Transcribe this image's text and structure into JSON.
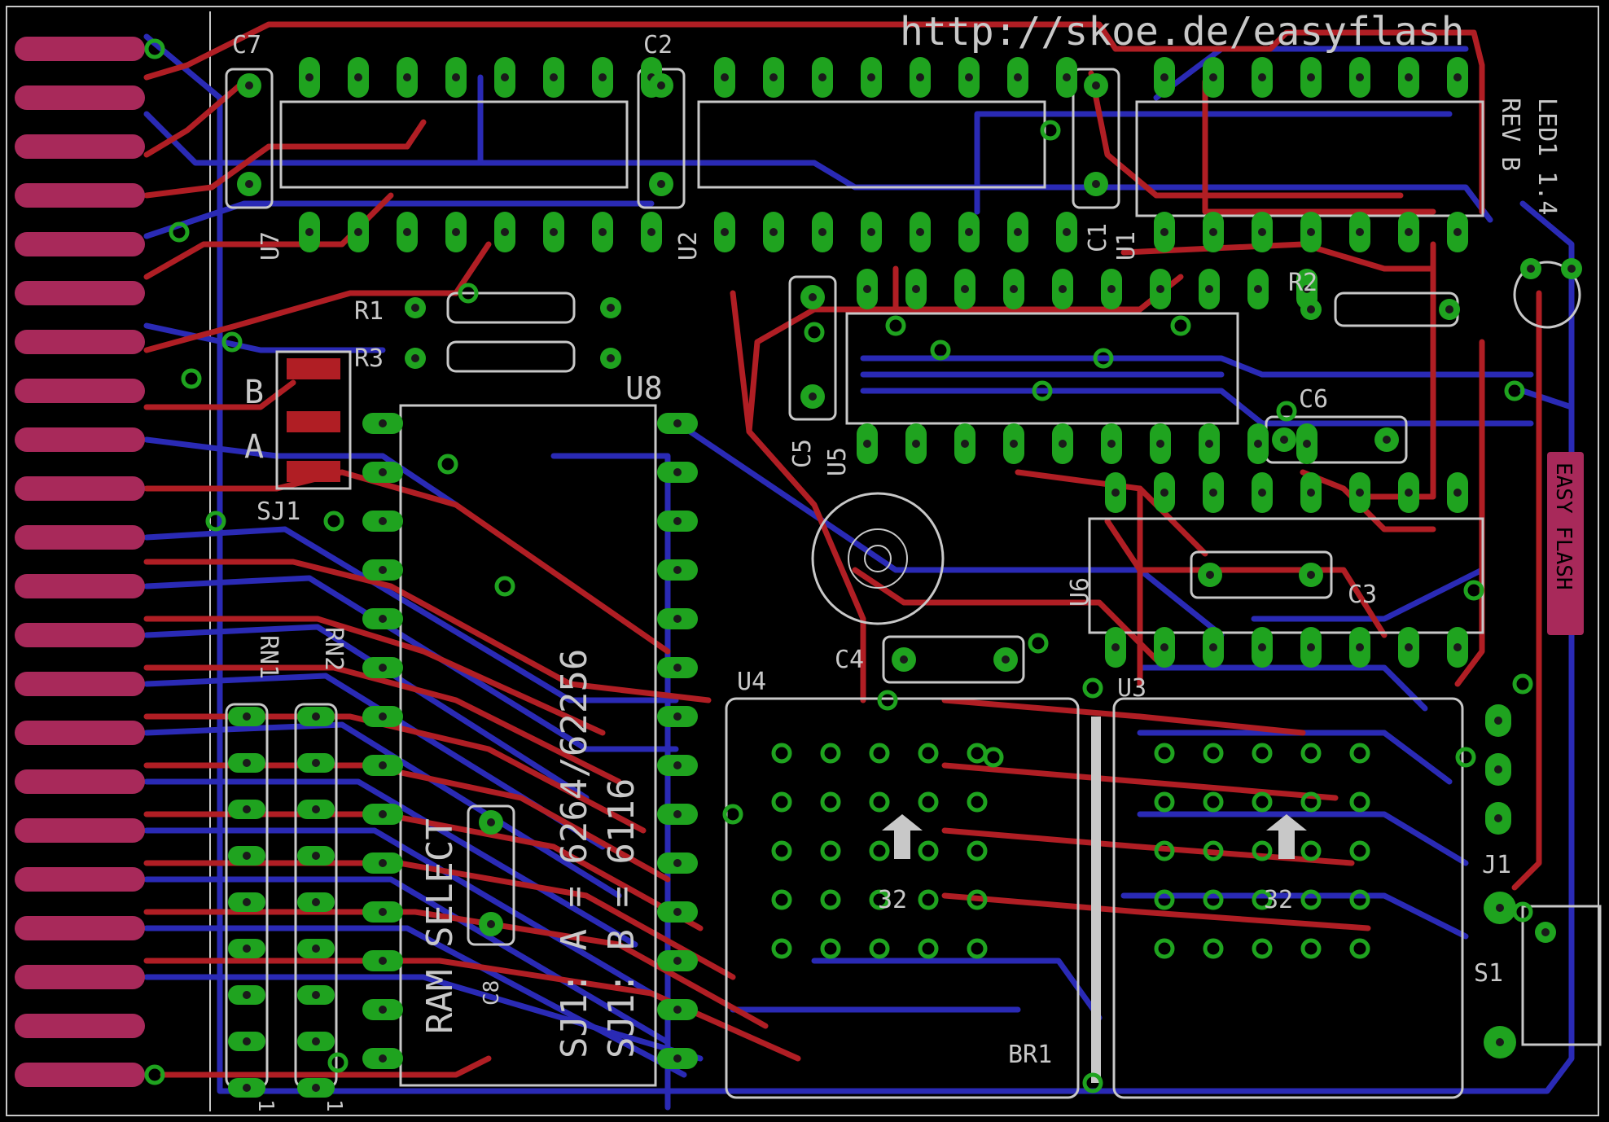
{
  "board": {
    "url_text": "http://skoe.de/easyflash",
    "rev_text": "REV B",
    "led_text": "LED1 1.4",
    "logo_text": "EASY FLASH"
  },
  "components": {
    "c7": "C7",
    "c2": "C2",
    "c1": "C1",
    "c3": "C3",
    "c4": "C4",
    "c5": "C5",
    "c6": "C6",
    "c8": "C8",
    "u1": "U1",
    "u2": "U2",
    "u3": "U3",
    "u4": "U4",
    "u5": "U5",
    "u6": "U6",
    "u7": "U7",
    "u8": "U8",
    "r1": "R1",
    "r2": "R2",
    "r3": "R3",
    "rn1": "RN1",
    "rn2": "RN2",
    "sj1": "SJ1",
    "j1": "J1",
    "s1": "S1",
    "br1": "BR1",
    "jumper_a": "A",
    "jumper_b": "B",
    "pin32_left": "32",
    "pin32_right": "32",
    "rn1_pin": "1",
    "rn2_pin": "1"
  },
  "notes": {
    "ram_select": "RAM SELECT",
    "sj1_a": "SJ1: A = 6264/62256",
    "sj1_b": "SJ1: B = 6116"
  },
  "colors": {
    "top_copper": "#b01e24",
    "bottom_copper": "#2a2ab5",
    "pads": "#1fa31f",
    "silkscreen": "#c8c8c8",
    "edge_fingers": "#a8295a"
  }
}
